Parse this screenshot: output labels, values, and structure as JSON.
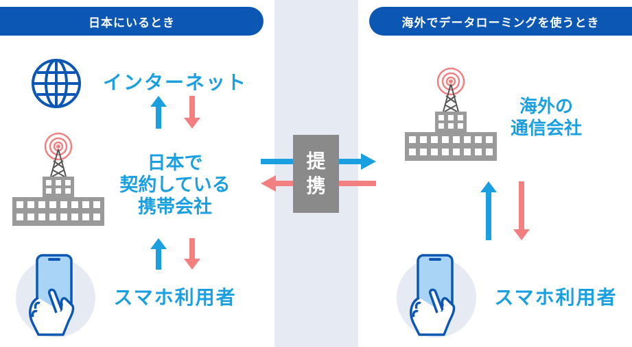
{
  "header": {
    "left_title": "日本にいるとき",
    "right_title": "海外でデータローミングを使うとき"
  },
  "left": {
    "internet_label": "インターネット",
    "carrier_lines": [
      "日本で",
      "契約している",
      "携帯会社"
    ],
    "user_label": "スマホ利用者"
  },
  "center": {
    "partnership_chars": [
      "提",
      "携"
    ]
  },
  "right": {
    "carrier_lines": [
      "海外の",
      "通信会社"
    ],
    "user_label": "スマホ利用者"
  },
  "colors": {
    "navy": "#0b57b3",
    "blue_arrow": "#1a9fe0",
    "pink_arrow": "#f28080",
    "band": "#e6ebf3",
    "building": "#9a9a9a",
    "signal": "#f28080",
    "phone": "#a9d4f5"
  },
  "icons": [
    "globe-icon",
    "tower-building-icon",
    "hand-phone-icon",
    "arrow-up-icon",
    "arrow-down-icon",
    "arrow-right-icon",
    "arrow-left-icon"
  ]
}
